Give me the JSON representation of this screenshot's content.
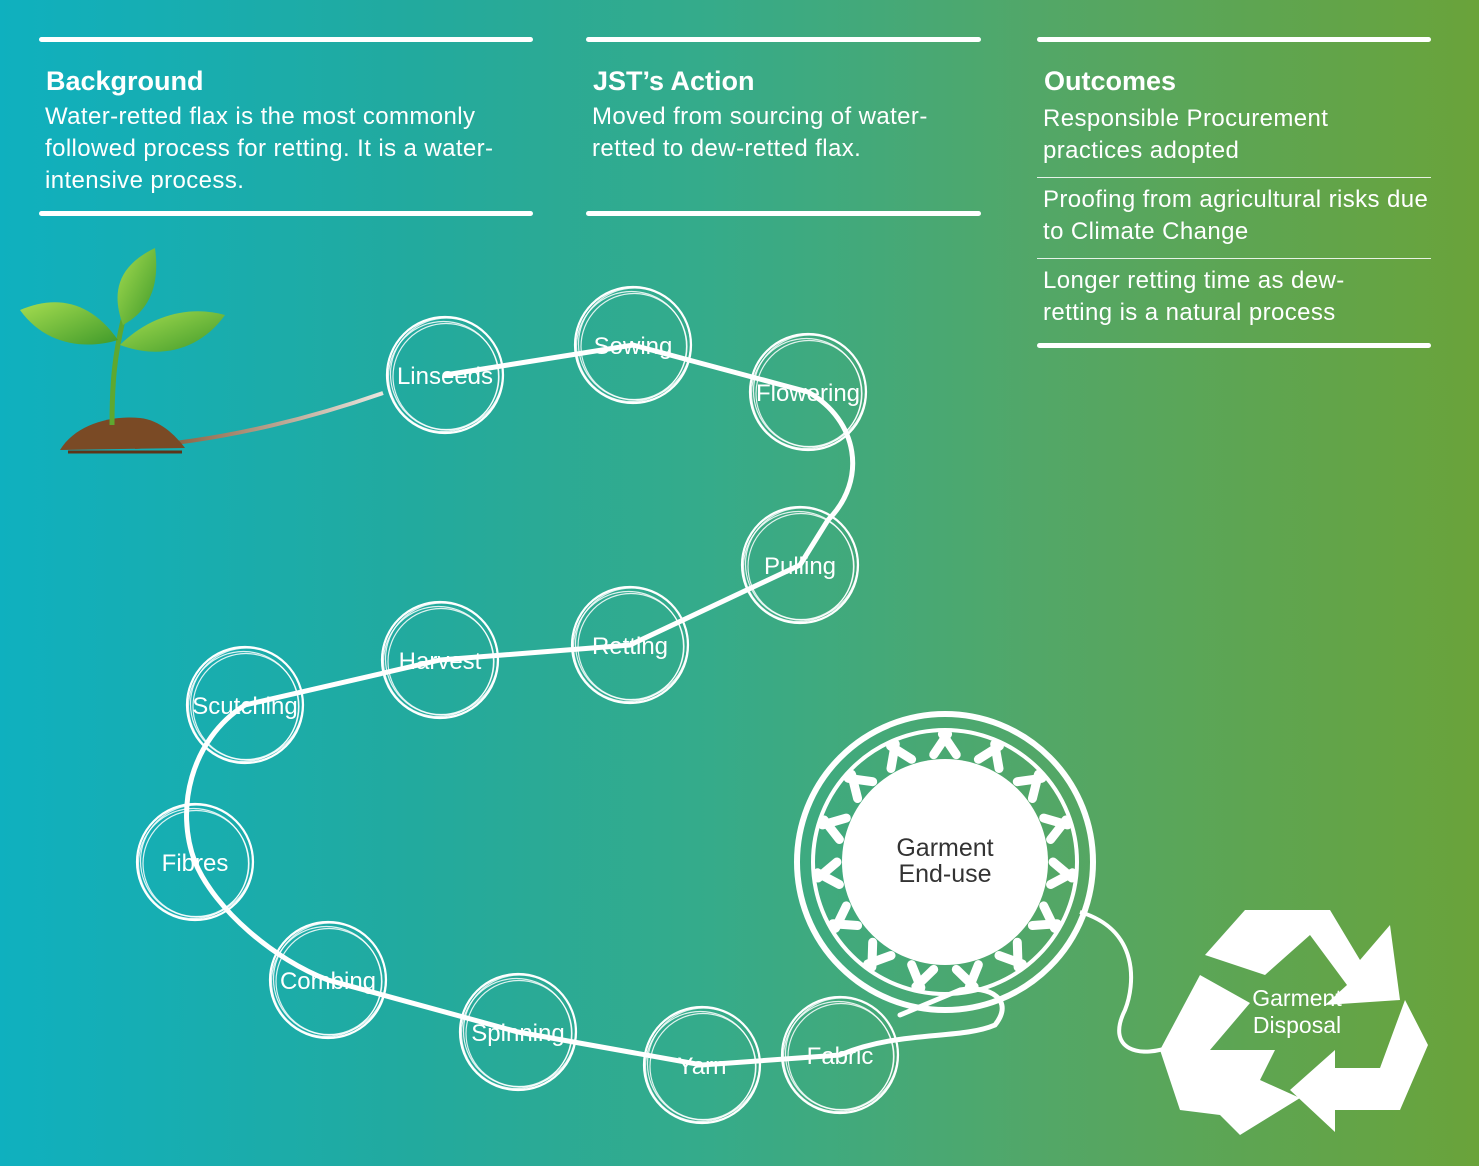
{
  "background": {
    "title": "Background",
    "body": "Water-retted flax is the most commonly followed process for retting. It is a water-intensive process."
  },
  "action": {
    "title": "JST’s Action",
    "body": "Moved from sourcing of water-retted to dew-retted flax."
  },
  "outcomes": {
    "title": "Outcomes",
    "items": [
      "Responsible Procurement practices adopted",
      "Proofing from agricultural risks due to Climate Change",
      "Longer retting time as dew-retting is a natural process"
    ]
  },
  "stages": [
    "Linseeds",
    "Sowing",
    "Flowering",
    "Pulling",
    "Retting",
    "Harvest",
    "Scutching",
    "Fibres",
    "Combing",
    "Spinning",
    "Yarn",
    "Fabric"
  ],
  "garment": {
    "line1": "Garment",
    "line2": "End-use"
  },
  "disposal": {
    "line1": "Garment",
    "line2": "Disposal"
  },
  "icons": {
    "seedling": "seedling-icon",
    "yarn_ball": "yarn-ball-icon",
    "recycle": "recycle-icon"
  },
  "colors": {
    "leaf": "#6fbf3a",
    "soil": "#7a4a25",
    "line": "#ffffff"
  }
}
